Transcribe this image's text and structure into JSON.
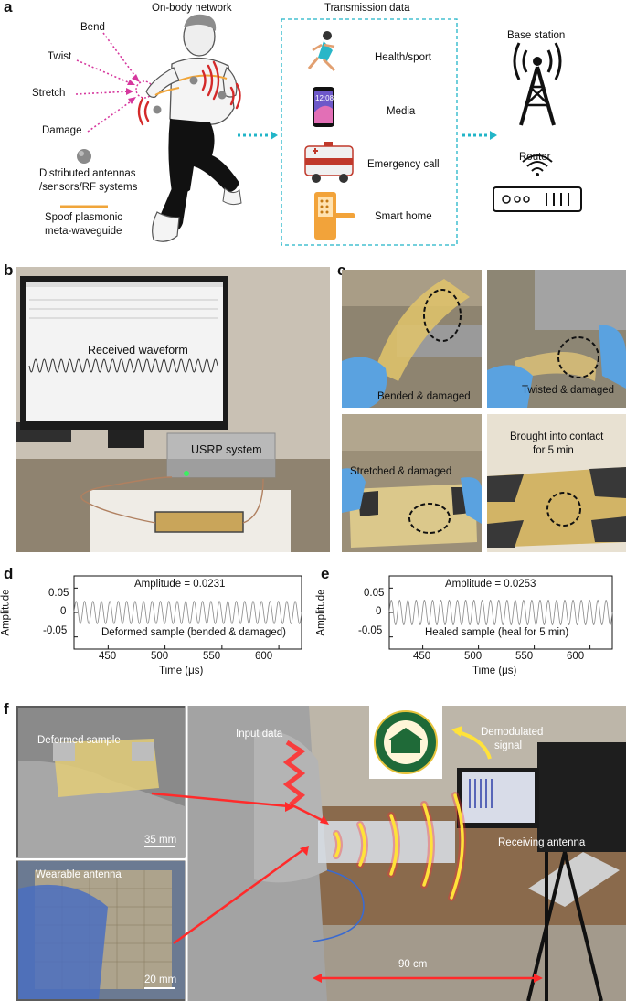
{
  "panel_a": {
    "label": "a",
    "onbody_title": "On-body network",
    "transmission_title": "Transmission data",
    "deformations": [
      "Bend",
      "Twist",
      "Stretch",
      "Damage"
    ],
    "legend_antenna": [
      "Distributed antennas",
      "/sensors/RF systems"
    ],
    "legend_waveguide": [
      "Spoof plasmonic",
      "meta-waveguide"
    ],
    "apps": [
      "Health/sport",
      "Media",
      "Emergency call",
      "Smart home"
    ],
    "phone_time": "12:08",
    "base_station": "Base station",
    "router": "Router",
    "colors": {
      "arrow": "#d6389e",
      "dash": "#22b5c8",
      "waveguide": "#f0a53a",
      "signal": "#d42a2a"
    }
  },
  "panel_b": {
    "label": "b",
    "received": "Received waveform",
    "usrp": "USRP system"
  },
  "panel_c": {
    "label": "c",
    "captions": [
      "Bended & damaged",
      "Twisted & damaged",
      "Stretched & damaged",
      "Brought into contact",
      "for 5 min"
    ]
  },
  "panel_d": {
    "label": "d",
    "amplitude": "Amplitude = 0.0231",
    "sample": "Deformed sample (bended & damaged)",
    "ylabel": "Amplitude",
    "xlabel": "Time (μs)",
    "yticks": [
      "0.05",
      "0",
      "-0.05"
    ],
    "xticks": [
      "450",
      "500",
      "550",
      "600"
    ]
  },
  "panel_e": {
    "label": "e",
    "amplitude": "Amplitude = 0.0253",
    "sample": "Healed sample (heal for 5 min)",
    "ylabel": "Amplitude",
    "xlabel": "Time (μs)",
    "yticks": [
      "0.05",
      "0",
      "-0.05"
    ],
    "xticks": [
      "450",
      "500",
      "550",
      "600"
    ]
  },
  "panel_f": {
    "label": "f",
    "deformed": "Deformed sample",
    "scale1": "35 mm",
    "wearable": "Wearable antenna",
    "scale2": "20 mm",
    "input": "Input data",
    "demod": [
      "Demodulated",
      "signal"
    ],
    "receiving": "Receiving antenna",
    "distance": "90 cm"
  },
  "chart_data": [
    {
      "type": "line",
      "title": "Amplitude = 0.0231",
      "annotation": "Deformed sample (bended & damaged)",
      "xlabel": "Time (μs)",
      "ylabel": "Amplitude",
      "xlim": [
        420,
        620
      ],
      "ylim": [
        -0.075,
        0.075
      ],
      "xticks": [
        450,
        500,
        550,
        600
      ],
      "yticks": [
        0.05,
        0,
        -0.05
      ],
      "amplitude": 0.0231,
      "cycles_in_window": 27,
      "grid": false
    },
    {
      "type": "line",
      "title": "Amplitude = 0.0253",
      "annotation": "Healed sample (heal for 5 min)",
      "xlabel": "Time (μs)",
      "ylabel": "Amplitude",
      "xlim": [
        420,
        620
      ],
      "ylim": [
        -0.075,
        0.075
      ],
      "xticks": [
        450,
        500,
        550,
        600
      ],
      "yticks": [
        0.05,
        0,
        -0.05
      ],
      "amplitude": 0.0253,
      "cycles_in_window": 27,
      "grid": false
    }
  ]
}
